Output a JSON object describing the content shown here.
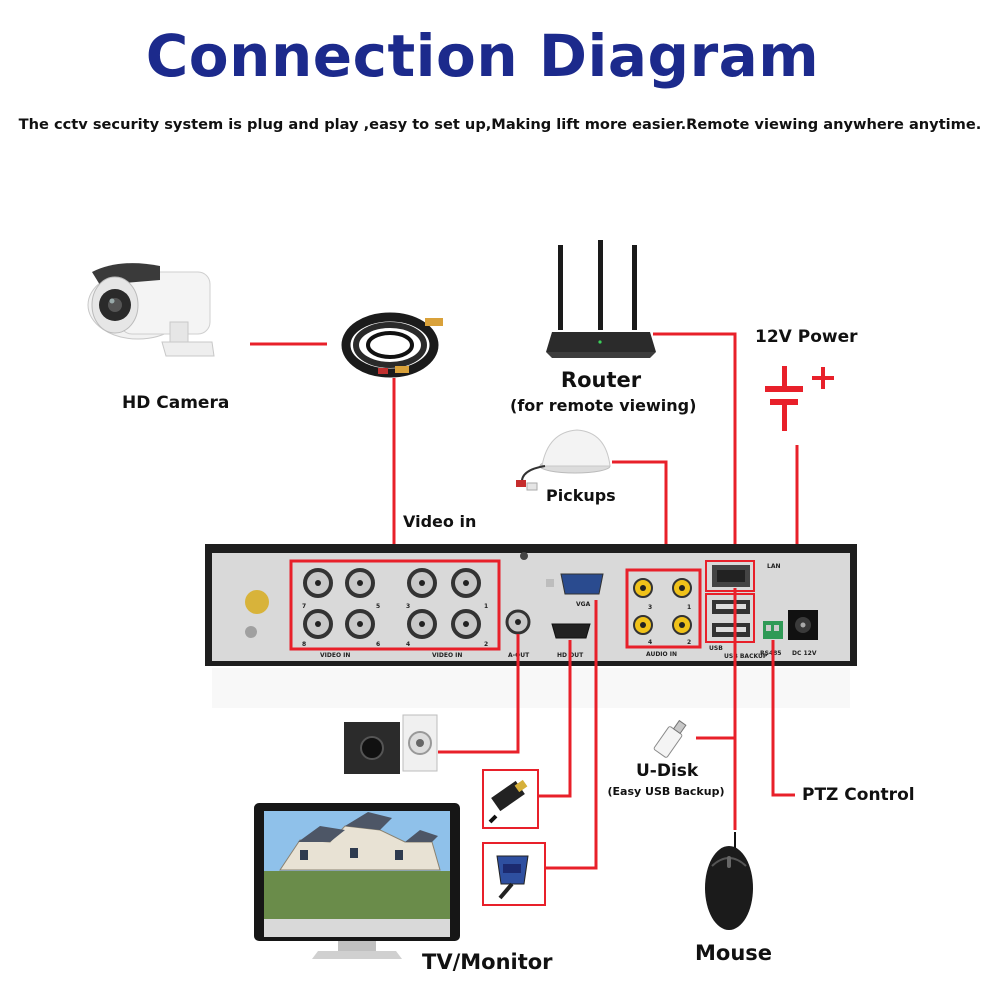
{
  "header": {
    "title": "Connection Diagram",
    "subtitle": "The cctv security system is plug and play ,easy to set up,Making lift more easier.Remote viewing anywhere anytime."
  },
  "labels": {
    "camera": "HD Camera",
    "video_in": "Video in",
    "router": "Router",
    "router_sub": "(for remote viewing)",
    "power": "12V Power",
    "pickups": "Pickups",
    "udisk": "U-Disk",
    "udisk_sub": "(Easy USB Backup)",
    "ptz": "PTZ Control",
    "monitor": "TV/Monitor",
    "mouse": "Mouse"
  },
  "dvr_panel": {
    "video_in_label": "VIDEO IN",
    "aout": "A-OUT",
    "hdout": "HD OUT",
    "vga": "VGA",
    "audio_in": "AUDIO IN",
    "lan": "LAN",
    "usb_mouse": "USB",
    "usb_backup": "USB BACKUP",
    "rs485": "RS485",
    "dc12v": "DC 12V",
    "ports_left": [
      "7",
      "5",
      "8",
      "6"
    ],
    "ports_right": [
      "3",
      "1",
      "4",
      "2"
    ],
    "audio_nums": [
      "3",
      "1",
      "4",
      "2"
    ]
  },
  "colors": {
    "title": "#1c2a8c",
    "connector_line": "#e8202a",
    "dvr_body": "#1e1e1e",
    "dvr_panel": "#d9d9d9"
  }
}
